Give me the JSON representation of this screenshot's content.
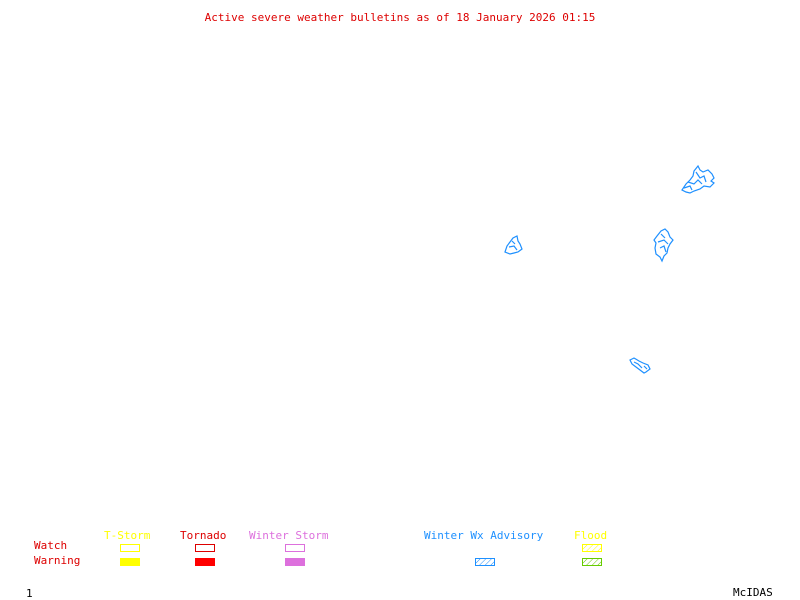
{
  "title": "Active severe weather bulletins as of 18 January 2026 01:15",
  "colors": {
    "title": "#dd0000",
    "row_label": "#dd0000",
    "tstorm": "#ffff00",
    "tornado": "#ff0000",
    "winter_storm": "#dd70dd",
    "winter_wx_advisory": "#1e90ff",
    "flood_watch": "#ffff00",
    "flood_warning": "#66cc00"
  },
  "legend": {
    "rows": {
      "watch": "Watch",
      "warning": "Warning"
    },
    "columns": {
      "tstorm": "T-Storm",
      "tornado": "Tornado",
      "winter_storm": "Winter Storm",
      "winter_wx_advisory": "Winter Wx Advisory",
      "flood": "Flood"
    }
  },
  "footer": {
    "frame_number": "1",
    "software": "McIDAS"
  },
  "map_areas": [
    {
      "name": "winter-wx-advisory-area-northeast",
      "type": "winter_wx_advisory"
    },
    {
      "name": "winter-wx-advisory-area-east",
      "type": "winter_wx_advisory"
    },
    {
      "name": "winter-wx-advisory-area-central",
      "type": "winter_wx_advisory"
    },
    {
      "name": "winter-wx-advisory-area-southeast",
      "type": "winter_wx_advisory"
    }
  ]
}
